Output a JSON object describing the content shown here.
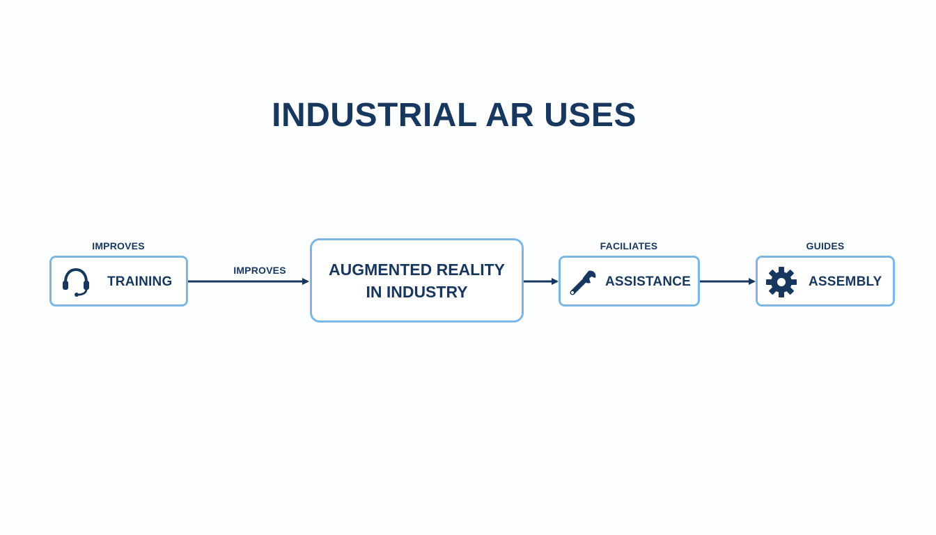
{
  "title": "INDUSTRIAL AR USES",
  "nodes": {
    "training": {
      "label": "TRAINING",
      "icon": "headset-icon",
      "caption": "IMPROVES"
    },
    "center": {
      "line1": "AUGMENTED REALITY",
      "line2": "IN INDUSTRY"
    },
    "assistance": {
      "label": "ASSISTANCE",
      "icon": "wrench-icon",
      "caption": "FACILIATES"
    },
    "assembly": {
      "label": "ASSEMBLY",
      "icon": "gear-icon",
      "caption": "GUIDES"
    }
  },
  "edges": [
    {
      "from": "training",
      "to": "center",
      "label": "IMPROVES"
    },
    {
      "from": "center",
      "to": "assistance",
      "label": ""
    },
    {
      "from": "assistance",
      "to": "assembly",
      "label": ""
    }
  ],
  "colors": {
    "text": "#17375e",
    "box_border": "#7cb7e3",
    "arrow": "#17375e"
  }
}
